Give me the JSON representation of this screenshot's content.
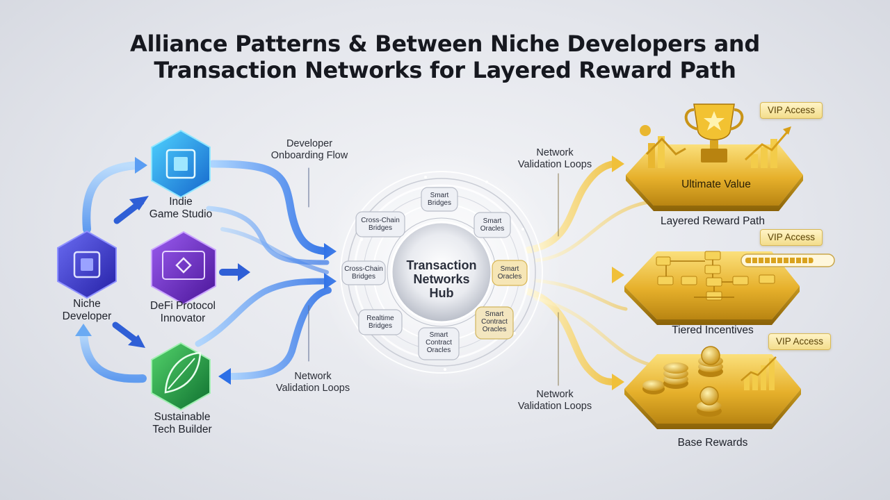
{
  "title": {
    "line1": "Alliance Patterns & Between Niche Developers and",
    "line2": "Transaction Networks for Layered Reward Path"
  },
  "developers": {
    "niche": [
      "Niche",
      "Developer"
    ],
    "indie": [
      "Indie",
      "Game Studio"
    ],
    "defi": [
      "DeFi Protocol",
      "Innovator"
    ],
    "sustainable": [
      "Sustainable",
      "Tech Builder"
    ]
  },
  "flow_labels": {
    "onboarding": [
      "Developer",
      "Onboarding Flow"
    ],
    "validation_left": [
      "Network",
      "Validation Loops"
    ],
    "validation_right_top": [
      "Network",
      "Validation Loops"
    ],
    "validation_right_bottom": [
      "Network",
      "Validation Loops"
    ]
  },
  "hub": {
    "title": [
      "Transaction",
      "Networks",
      "Hub"
    ],
    "nodes": {
      "top": [
        "Smart",
        "Bridges"
      ],
      "upper_left": [
        "Cross-Chain",
        "Bridges"
      ],
      "upper_right": [
        "Smart",
        "Oracles"
      ],
      "left": [
        "Cross-Chain",
        "Bridges"
      ],
      "right": [
        "Smart",
        "Oracles"
      ],
      "lower_left": [
        "Realtime",
        "Bridges"
      ],
      "lower_right": [
        "Smart",
        "Contract",
        "Oracles"
      ],
      "bottom": [
        "Smart",
        "Contract",
        "Oracles"
      ]
    }
  },
  "rewards": {
    "ultimate": {
      "inner": "Ultimate Value",
      "caption": "Layered Reward Path",
      "badge": "VIP Access"
    },
    "tiered": {
      "caption": "Tiered Incentives",
      "badge": "VIP Access",
      "progress": 0.8
    },
    "base": {
      "caption": "Base Rewards",
      "badge": "VIP Access"
    }
  },
  "icons": {
    "niche": "chip-icon",
    "indie": "chip-icon",
    "defi": "circuit-board-icon",
    "sustainable": "leaf-icon",
    "ultimate": "trophy-icon",
    "tiered": "org-chart-icon",
    "base": "coins-icon"
  },
  "colors": {
    "blue_flow": "#3f8cf0",
    "gold_flow": "#f2c94c",
    "gold_platform": "#e9b730",
    "niche_hex": "#3b39c9",
    "indie_hex": "#1fa0e6",
    "defi_hex": "#6a2bc2",
    "sustainable_hex": "#1f9e3f"
  }
}
